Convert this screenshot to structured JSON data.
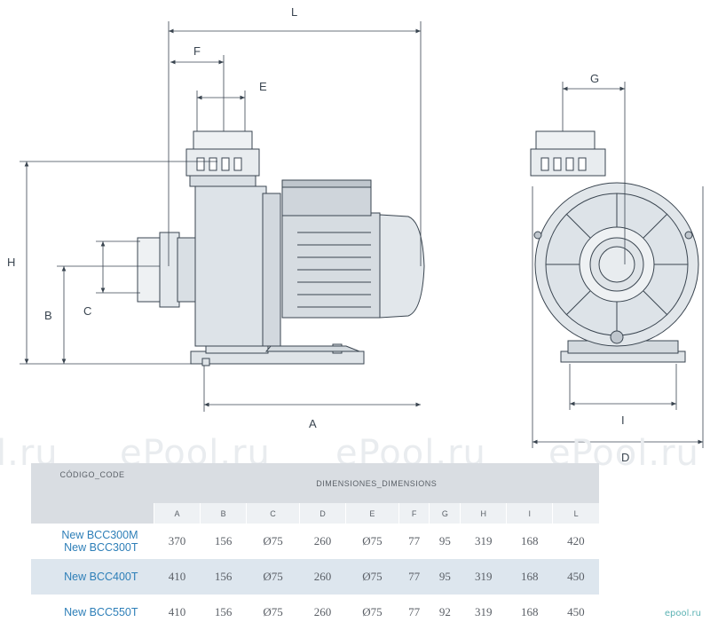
{
  "dimension_labels": {
    "L": "L",
    "F": "F",
    "E": "E",
    "G": "G",
    "H": "H",
    "B": "B",
    "C": "C",
    "A": "A",
    "I": "I",
    "D": "D"
  },
  "watermarks": [
    "l.ru",
    "ePool.ru",
    "ePool.ru",
    "ePool.ru"
  ],
  "watermark_small": "epool.ru",
  "table": {
    "code_header": "CÓDIGO_CODE",
    "dimensions_header": "DIMENSIONES_DIMENSIONS",
    "columns": [
      "A",
      "B",
      "C",
      "D",
      "E",
      "F",
      "G",
      "H",
      "I",
      "L"
    ],
    "rows": [
      {
        "code_lines": [
          "New BCC300M",
          "New BCC300T"
        ],
        "values": [
          "370",
          "156",
          "Ø75",
          "260",
          "Ø75",
          "77",
          "95",
          "319",
          "168",
          "420"
        ]
      },
      {
        "code_lines": [
          "New BCC400T"
        ],
        "values": [
          "410",
          "156",
          "Ø75",
          "260",
          "Ø75",
          "77",
          "95",
          "319",
          "168",
          "450"
        ]
      },
      {
        "code_lines": [
          "New BCC550T"
        ],
        "values": [
          "410",
          "156",
          "Ø75",
          "260",
          "Ø75",
          "77",
          "92",
          "319",
          "168",
          "450"
        ]
      }
    ]
  },
  "colors": {
    "code_text": "#2e7fb8",
    "header_bg": "#d9dde2",
    "alt_row_bg": "#dde6ee"
  }
}
